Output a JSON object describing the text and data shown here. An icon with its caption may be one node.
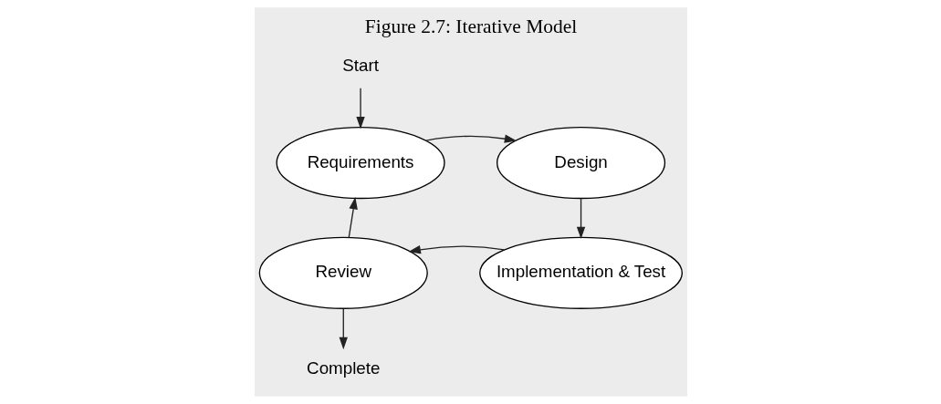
{
  "diagram": {
    "title": "Figure 2.7: Iterative Model",
    "nodes": [
      {
        "text": [
          "Start"
        ]
      },
      {
        "text": [
          "Requirements"
        ]
      },
      {
        "text": [
          "Design"
        ]
      },
      {
        "text": [
          "Implementation & Test"
        ]
      },
      {
        "text": [
          "Review"
        ]
      },
      {
        "text": [
          "Complete"
        ]
      }
    ],
    "edges": [
      {
        "from": 0,
        "to": 1,
        "arrow": "to"
      },
      {
        "from": 1,
        "to": 2,
        "arrow": "to"
      },
      {
        "from": 2,
        "to": 3,
        "arrow": "to"
      },
      {
        "from": 3,
        "to": 4,
        "arrow": "to"
      },
      {
        "from": 4,
        "to": 1,
        "arrow": "to"
      },
      {
        "from": 4,
        "to": 5,
        "arrow": "to"
      }
    ]
  }
}
